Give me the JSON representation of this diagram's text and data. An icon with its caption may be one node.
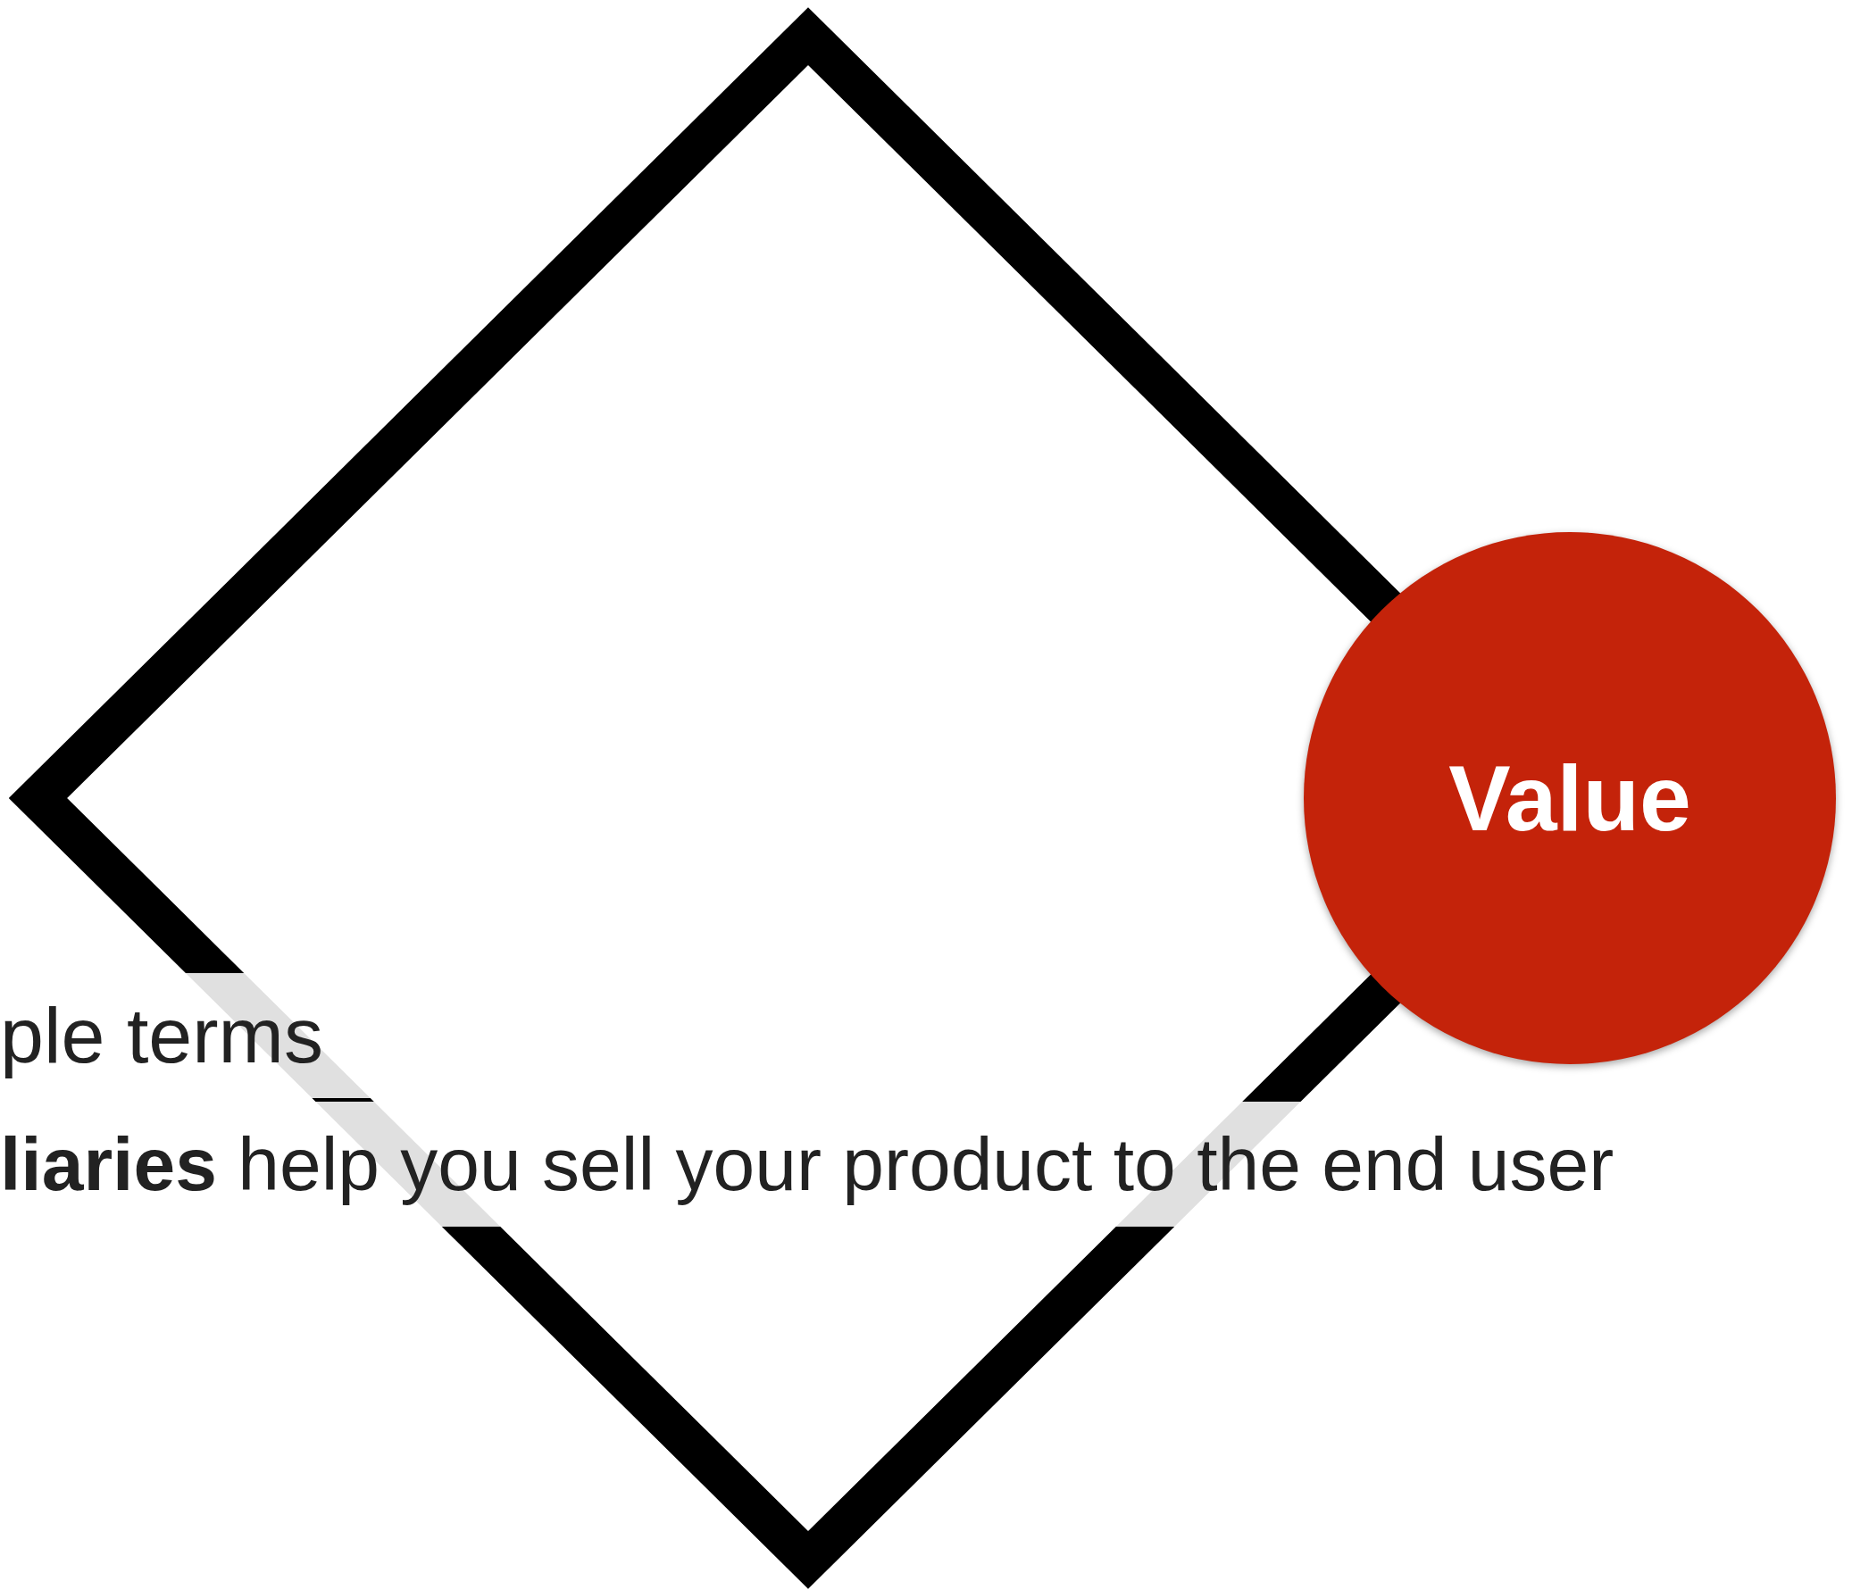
{
  "diagram": {
    "nodes": [
      {
        "text": [],
        "shape": "diamond"
      },
      {
        "text": [
          "Value"
        ]
      }
    ],
    "labels": [
      "ple terms",
      "**liaries** help you sell your product to the end user"
    ]
  }
}
